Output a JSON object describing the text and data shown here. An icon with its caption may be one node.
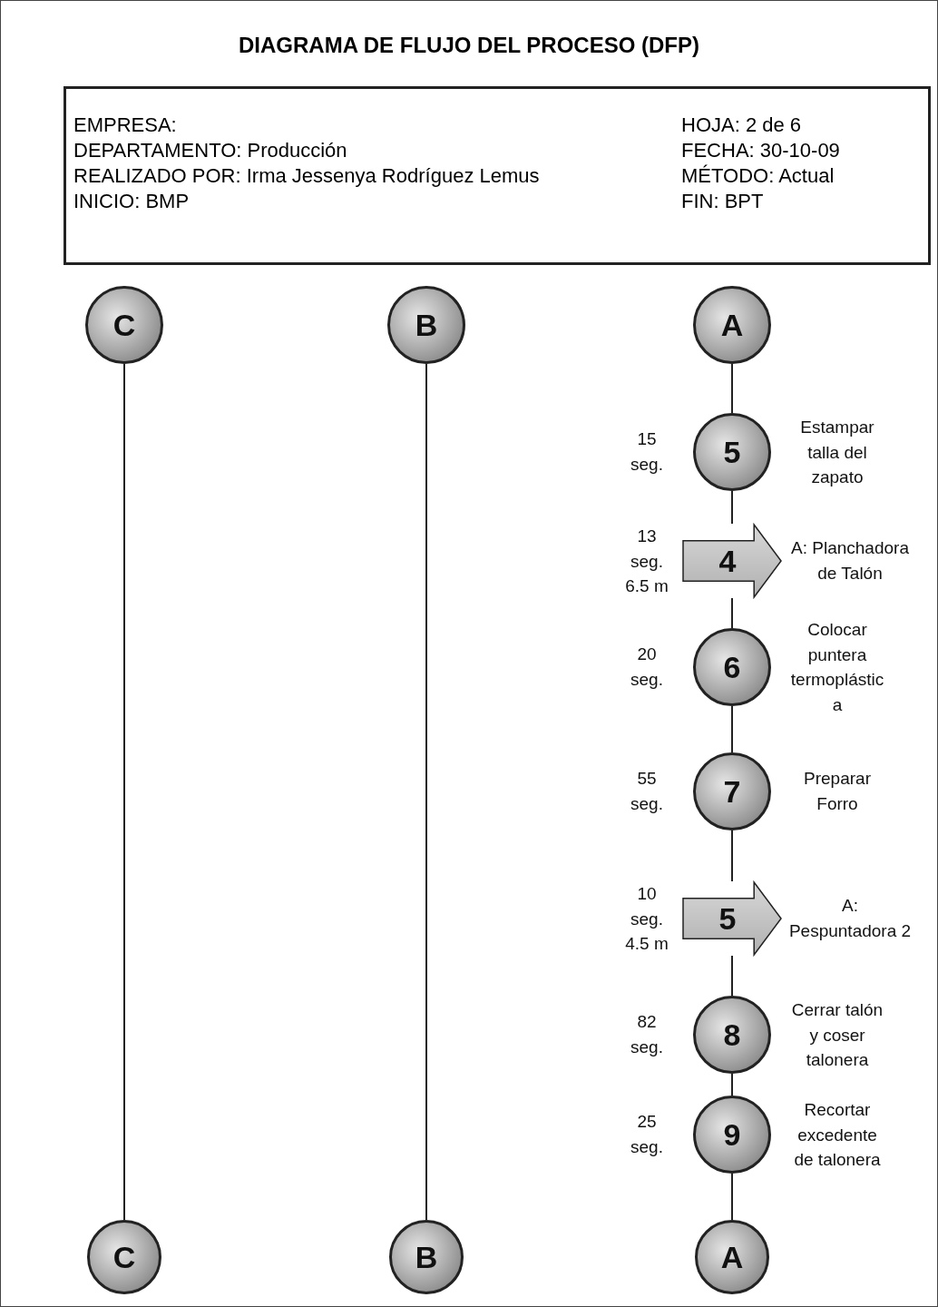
{
  "diagram": {
    "title": "DIAGRAMA DE FLUJO DEL PROCESO (DFP)",
    "nodes": [
      {
        "text": [
          "EMPRESA:",
          "DEPARTAMENTO: Producción",
          "REALIZADO POR: Irma Jessenya Rodríguez Lemus",
          "INICIO: BMP",
          "HOJA: 2 de 6",
          "FECHA: 30-10-09",
          "MÉTODO: Actual",
          "FIN: BPT"
        ]
      },
      {
        "text": [
          "C"
        ]
      },
      {
        "text": [
          "B"
        ]
      },
      {
        "text": [
          "A"
        ]
      },
      {
        "text": [
          "5"
        ],
        "beside": [
          "15 seg.",
          "Estampar talla del zapato"
        ]
      },
      {
        "text": [
          "4"
        ],
        "beside": [
          "13 seg. 6.5 m",
          "A: Planchadora de Talón"
        ]
      },
      {
        "text": [
          "6"
        ],
        "beside": [
          "20 seg.",
          "Colocar puntera termoplástica"
        ]
      },
      {
        "text": [
          "7"
        ],
        "beside": [
          "55 seg.",
          "Preparar Forro"
        ]
      },
      {
        "text": [
          "5"
        ],
        "beside": [
          "10 seg. 4.5 m",
          "A: Pespuntadora 2"
        ]
      },
      {
        "text": [
          "8"
        ],
        "beside": [
          "82 seg.",
          "Cerrar talón y coser talonera"
        ]
      },
      {
        "text": [
          "9"
        ],
        "beside": [
          "25 seg.",
          "Recortar excedente de talonera"
        ]
      },
      {
        "text": [
          "C"
        ]
      },
      {
        "text": [
          "B"
        ]
      },
      {
        "text": [
          "A"
        ]
      }
    ],
    "edges": [
      {
        "from": 1,
        "to": 11,
        "arrow": "none"
      },
      {
        "from": 2,
        "to": 12,
        "arrow": "none"
      },
      {
        "from": 3,
        "to": 4,
        "arrow": "none"
      },
      {
        "from": 4,
        "to": 5,
        "arrow": "none"
      },
      {
        "from": 5,
        "to": 6,
        "arrow": "none"
      },
      {
        "from": 6,
        "to": 7,
        "arrow": "none"
      },
      {
        "from": 7,
        "to": 8,
        "arrow": "none"
      },
      {
        "from": 8,
        "to": 9,
        "arrow": "none"
      },
      {
        "from": 9,
        "to": 10,
        "arrow": "none"
      },
      {
        "from": 10,
        "to": 13,
        "arrow": "none"
      }
    ]
  }
}
